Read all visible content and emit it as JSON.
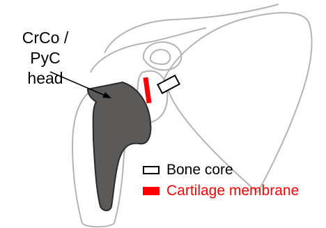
{
  "callout": {
    "line1": "CrCo / PyC",
    "line2": "head"
  },
  "legend": {
    "bone_core": {
      "label": "Bone core",
      "color": "#000000"
    },
    "cartilage_membrane": {
      "label": "Cartilage membrane",
      "color": "#ff0000"
    }
  },
  "colors": {
    "implant_head": "#5c5a59",
    "bone_outline": "#b3b3b3",
    "marker_red": "#ff0000"
  }
}
